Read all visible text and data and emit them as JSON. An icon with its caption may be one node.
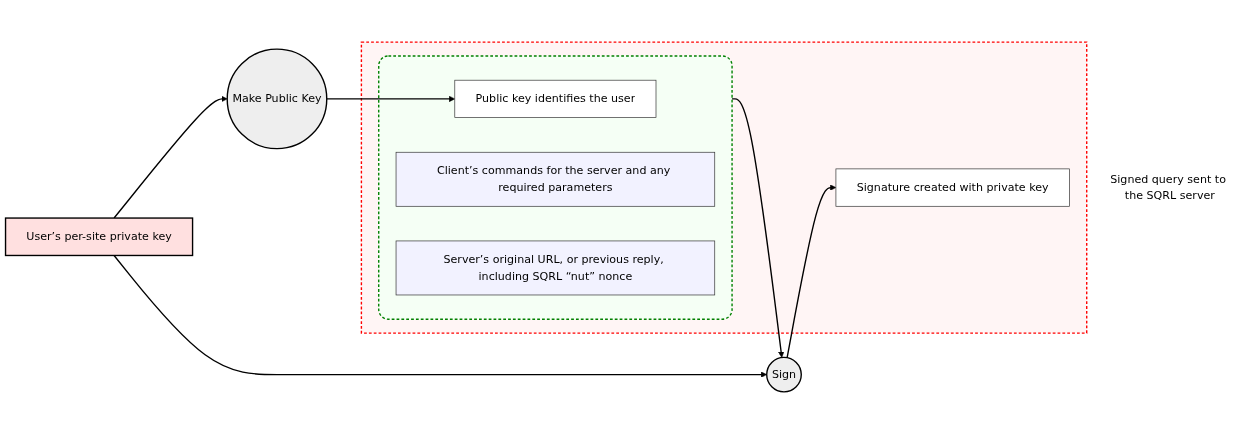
{
  "diagram": {
    "nodes": [
      {
        "text": [
          "User’s per-site private key"
        ]
      },
      {
        "text": [
          "Make Public Key"
        ]
      },
      {
        "text": [
          "Sign"
        ]
      },
      {
        "text": [
          "Signed query sent to the SQRL server"
        ]
      },
      {
        "text": [],
        "shape": "box",
        "in": 3
      },
      {
        "text": [
          "Public key identifies the user"
        ],
        "in": 4
      },
      {
        "text": [
          "Client’s commands for the server and any required parameters"
        ],
        "in": 4
      },
      {
        "text": [
          "Server’s original URL, or previous reply, including SQRL “nut” nonce"
        ],
        "in": 4
      },
      {
        "text": [
          "Signature created with private key"
        ],
        "in": 3
      }
    ],
    "edges": [
      {
        "from": 0,
        "to": 1,
        "arrow": "to"
      },
      {
        "from": 0,
        "to": 2,
        "arrow": "to"
      },
      {
        "from": 1,
        "to": 5,
        "arrow": "to"
      },
      {
        "from": 4,
        "to": 2,
        "arrow": "to"
      },
      {
        "from": 2,
        "to": 8,
        "arrow": "to"
      }
    ]
  }
}
